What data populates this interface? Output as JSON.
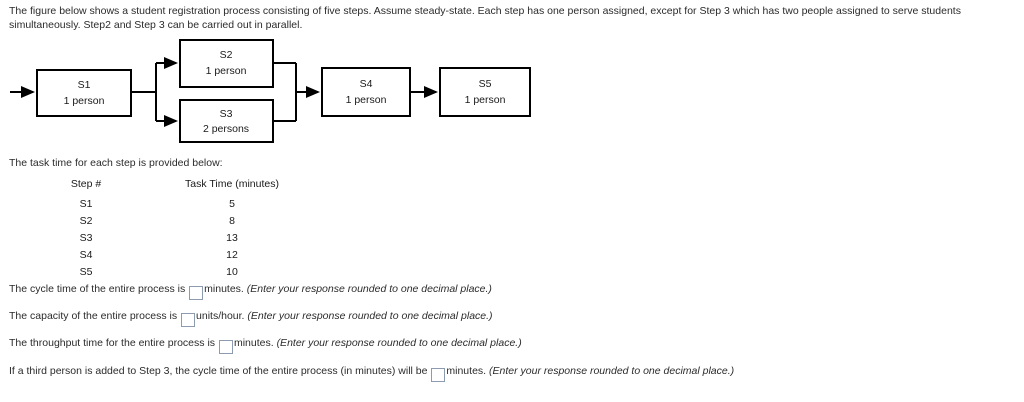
{
  "intro": {
    "text": "The figure below shows a student registration process consisting of five steps. Assume steady-state. Each step has one person assigned, except for Step 3 which has two people assigned to serve students simultaneously. Step2 and Step 3 can be carried out in parallel."
  },
  "diagram": {
    "nodes": [
      {
        "id": "S1",
        "title": "S1",
        "subtitle": "1 person"
      },
      {
        "id": "S2",
        "title": "S2",
        "subtitle": "1 person"
      },
      {
        "id": "S3",
        "title": "S3",
        "subtitle": "2 persons"
      },
      {
        "id": "S4",
        "title": "S4",
        "subtitle": "1 person"
      },
      {
        "id": "S5",
        "title": "S5",
        "subtitle": "1 person"
      }
    ]
  },
  "table_intro": {
    "text": "The task time for each step is provided below:"
  },
  "task_table": {
    "headers": [
      "Step #",
      "Task Time (minutes)"
    ],
    "rows": [
      {
        "step": "S1",
        "time": "5"
      },
      {
        "step": "S2",
        "time": "8"
      },
      {
        "step": "S3",
        "time": "13"
      },
      {
        "step": "S4",
        "time": "12"
      },
      {
        "step": "S5",
        "time": "10"
      }
    ]
  },
  "questions": [
    {
      "prefix": "The cycle time of the entire process is",
      "value": "",
      "suffix": "minutes.",
      "hint": "(Enter your response rounded to one decimal place.)"
    },
    {
      "prefix": "The capacity of the entire process is",
      "value": "",
      "suffix": "units/hour.",
      "hint": "(Enter your response rounded to one decimal place.)"
    },
    {
      "prefix": "The throughput time for the entire process is",
      "value": "",
      "suffix": "minutes.",
      "hint": "(Enter your response rounded to one decimal place.)"
    },
    {
      "prefix": "If a third person is added to Step 3, the cycle time of the entire process (in minutes) will be",
      "value": "",
      "suffix": "minutes.",
      "hint": "(Enter your response rounded to one decimal place.)"
    }
  ],
  "colors": {
    "stroke": "#000000",
    "text": "#1a1a1a",
    "input_border": "#8c9bb0",
    "background": "#ffffff"
  }
}
